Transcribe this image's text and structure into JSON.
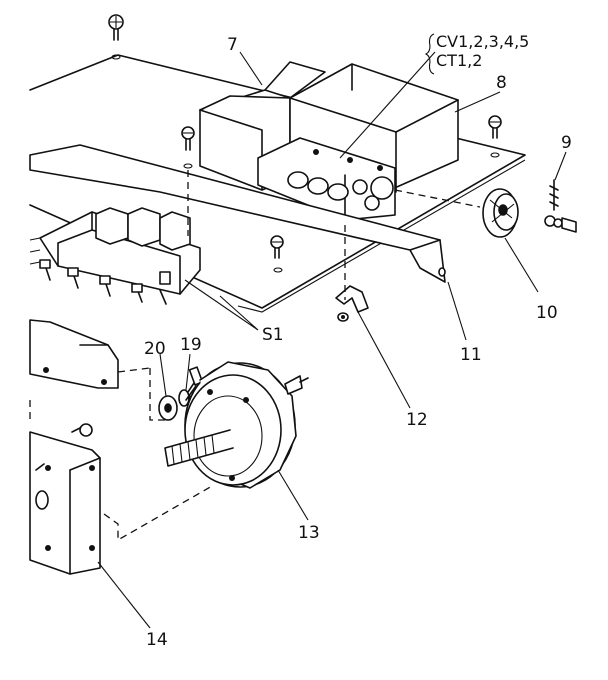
{
  "labels": {
    "p7": "7",
    "p8": "8",
    "p9": "9",
    "p10": "10",
    "p11": "11",
    "p12": "12",
    "p13": "13",
    "p14": "14",
    "p19": "19",
    "p20": "20",
    "s1": "S1",
    "cv": "CV1,2,3,4,5",
    "ct": "CT1,2"
  }
}
